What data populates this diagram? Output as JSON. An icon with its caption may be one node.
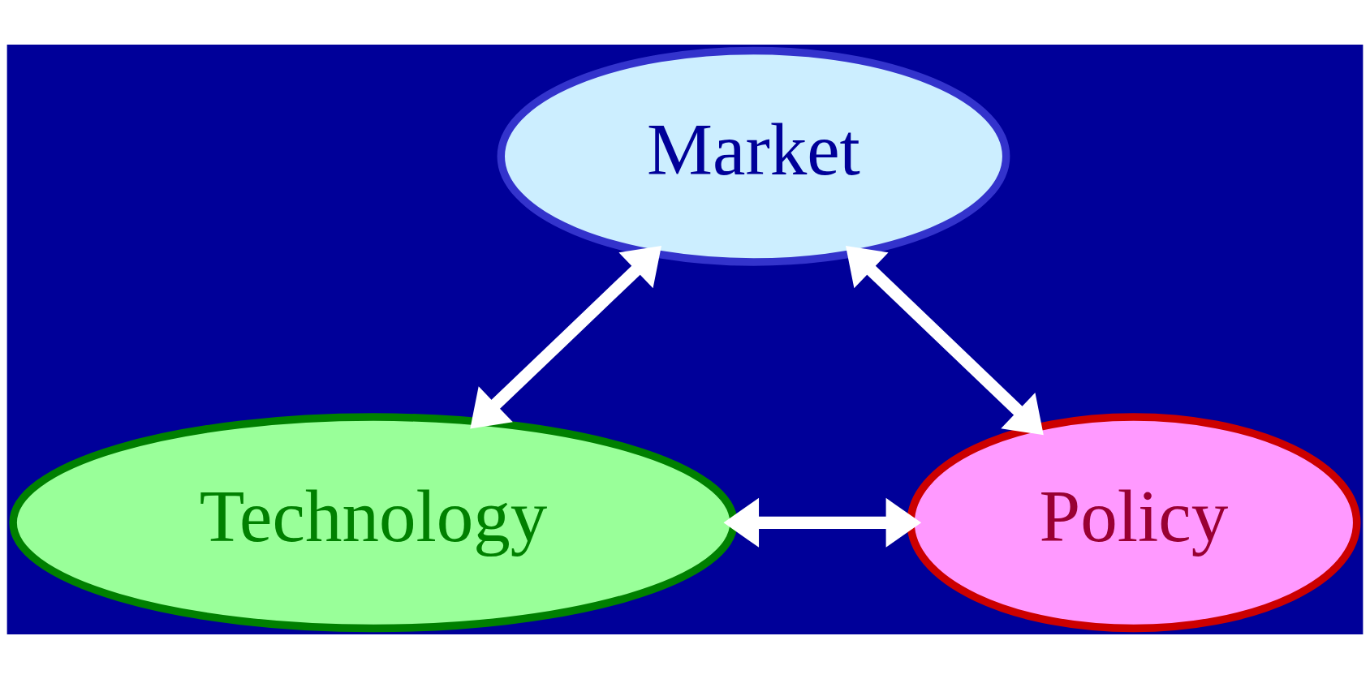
{
  "diagram": {
    "nodes": [
      {
        "text": [
          "Market"
        ]
      },
      {
        "text": [
          "Technology"
        ]
      },
      {
        "text": [
          "Policy"
        ]
      }
    ],
    "edges": [
      {
        "from": 0,
        "to": 1,
        "arrow": "both"
      },
      {
        "from": 0,
        "to": 2,
        "arrow": "both"
      },
      {
        "from": 1,
        "to": 2,
        "arrow": "both"
      }
    ]
  }
}
